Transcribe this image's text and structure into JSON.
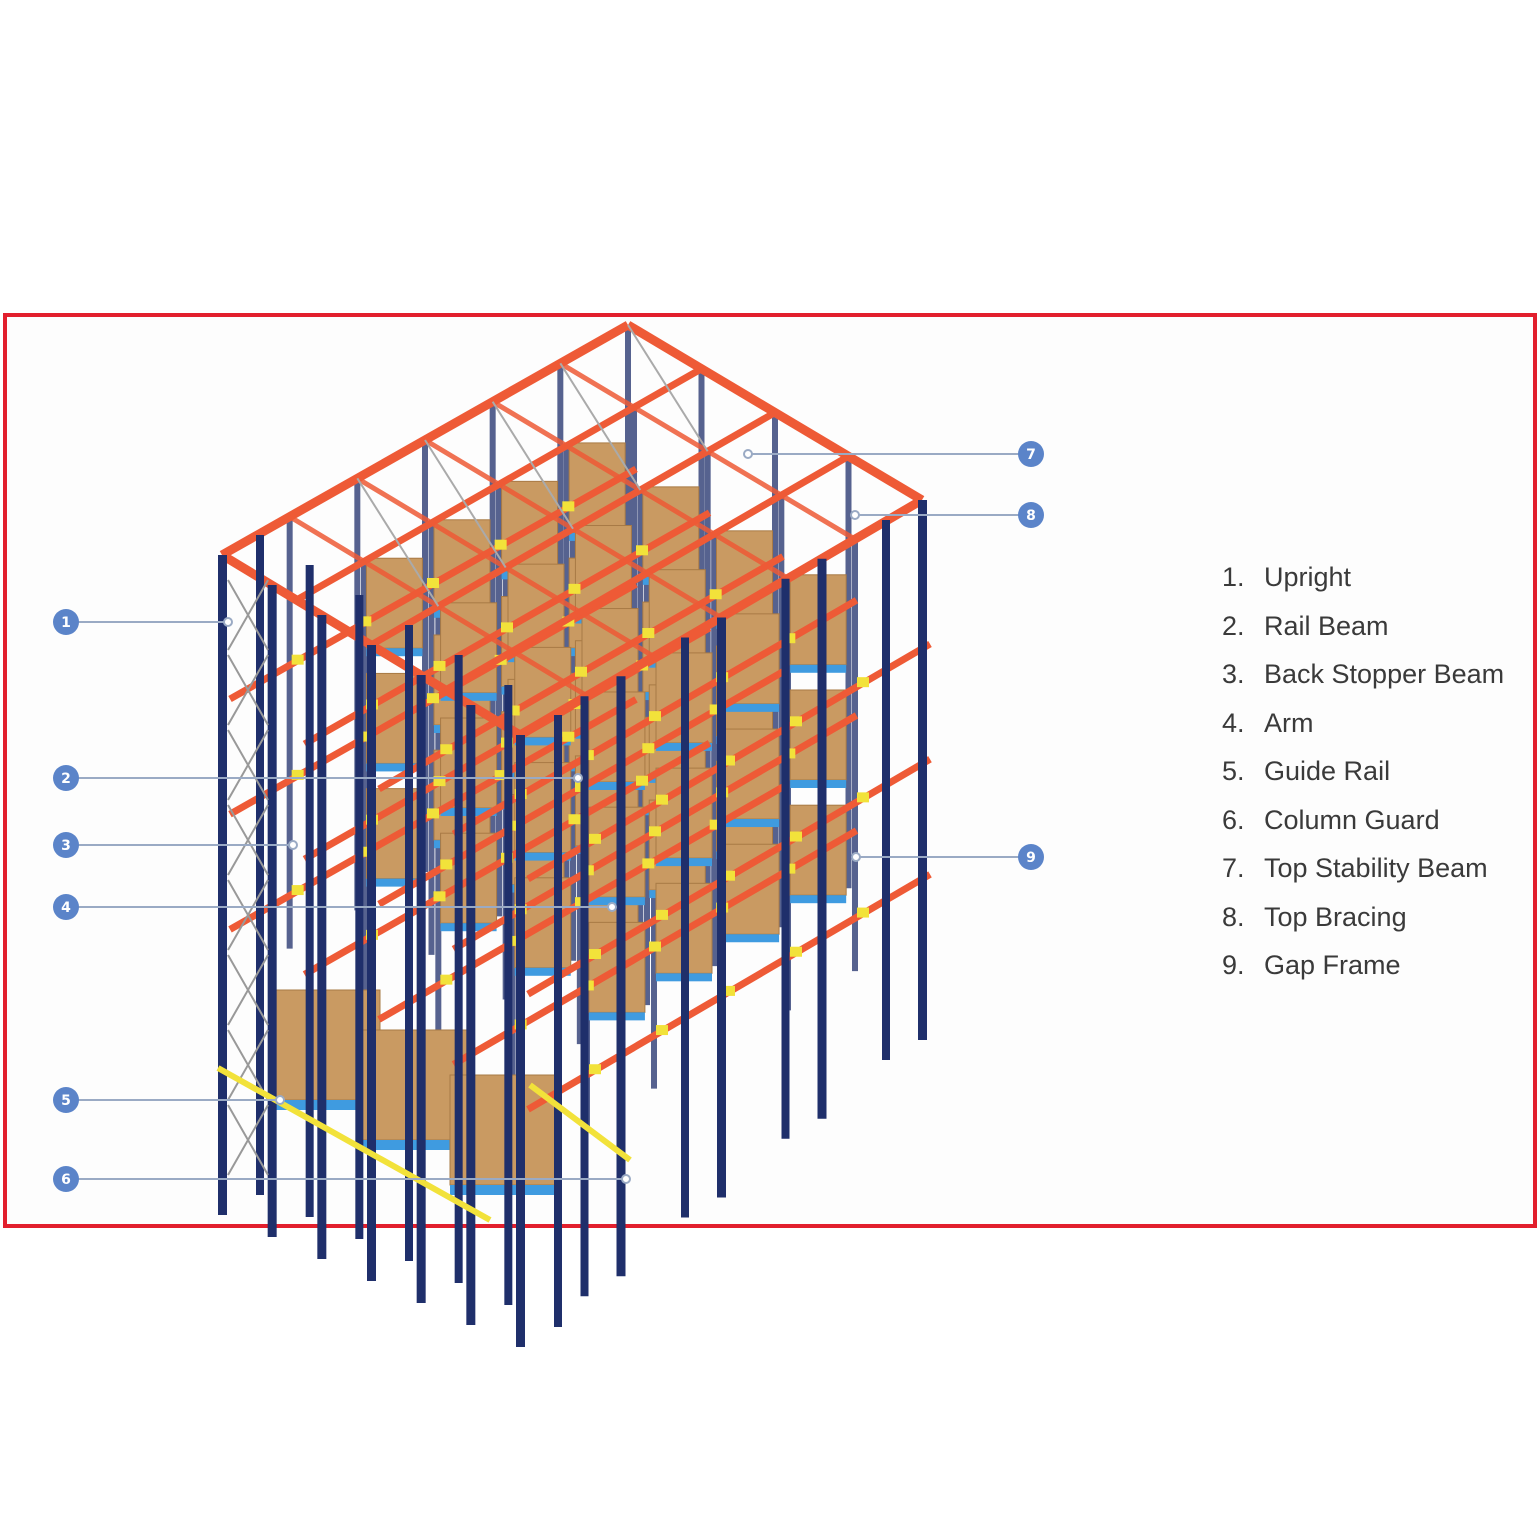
{
  "colors": {
    "frame": "#e21f2d",
    "upright": "#1f2f6b",
    "beam": "#ee5a36",
    "box": "#c99a62",
    "pallet": "#3f9be0",
    "guide": "#f2e23a",
    "callout": "#5b84c9",
    "leader": "#9aaac4"
  },
  "callouts": [
    "1",
    "2",
    "3",
    "4",
    "5",
    "6",
    "7",
    "8",
    "9"
  ],
  "legend": [
    {
      "num": "1.",
      "label": "Upright"
    },
    {
      "num": "2.",
      "label": "Rail Beam"
    },
    {
      "num": "3.",
      "label": "Back Stopper Beam"
    },
    {
      "num": "4.",
      "label": "Arm"
    },
    {
      "num": "5.",
      "label": "Guide Rail"
    },
    {
      "num": "6.",
      "label": "Column Guard"
    },
    {
      "num": "7.",
      "label": "Top Stability Beam"
    },
    {
      "num": "8.",
      "label": "Top Bracing"
    },
    {
      "num": "9.",
      "label": "Gap Frame"
    }
  ]
}
